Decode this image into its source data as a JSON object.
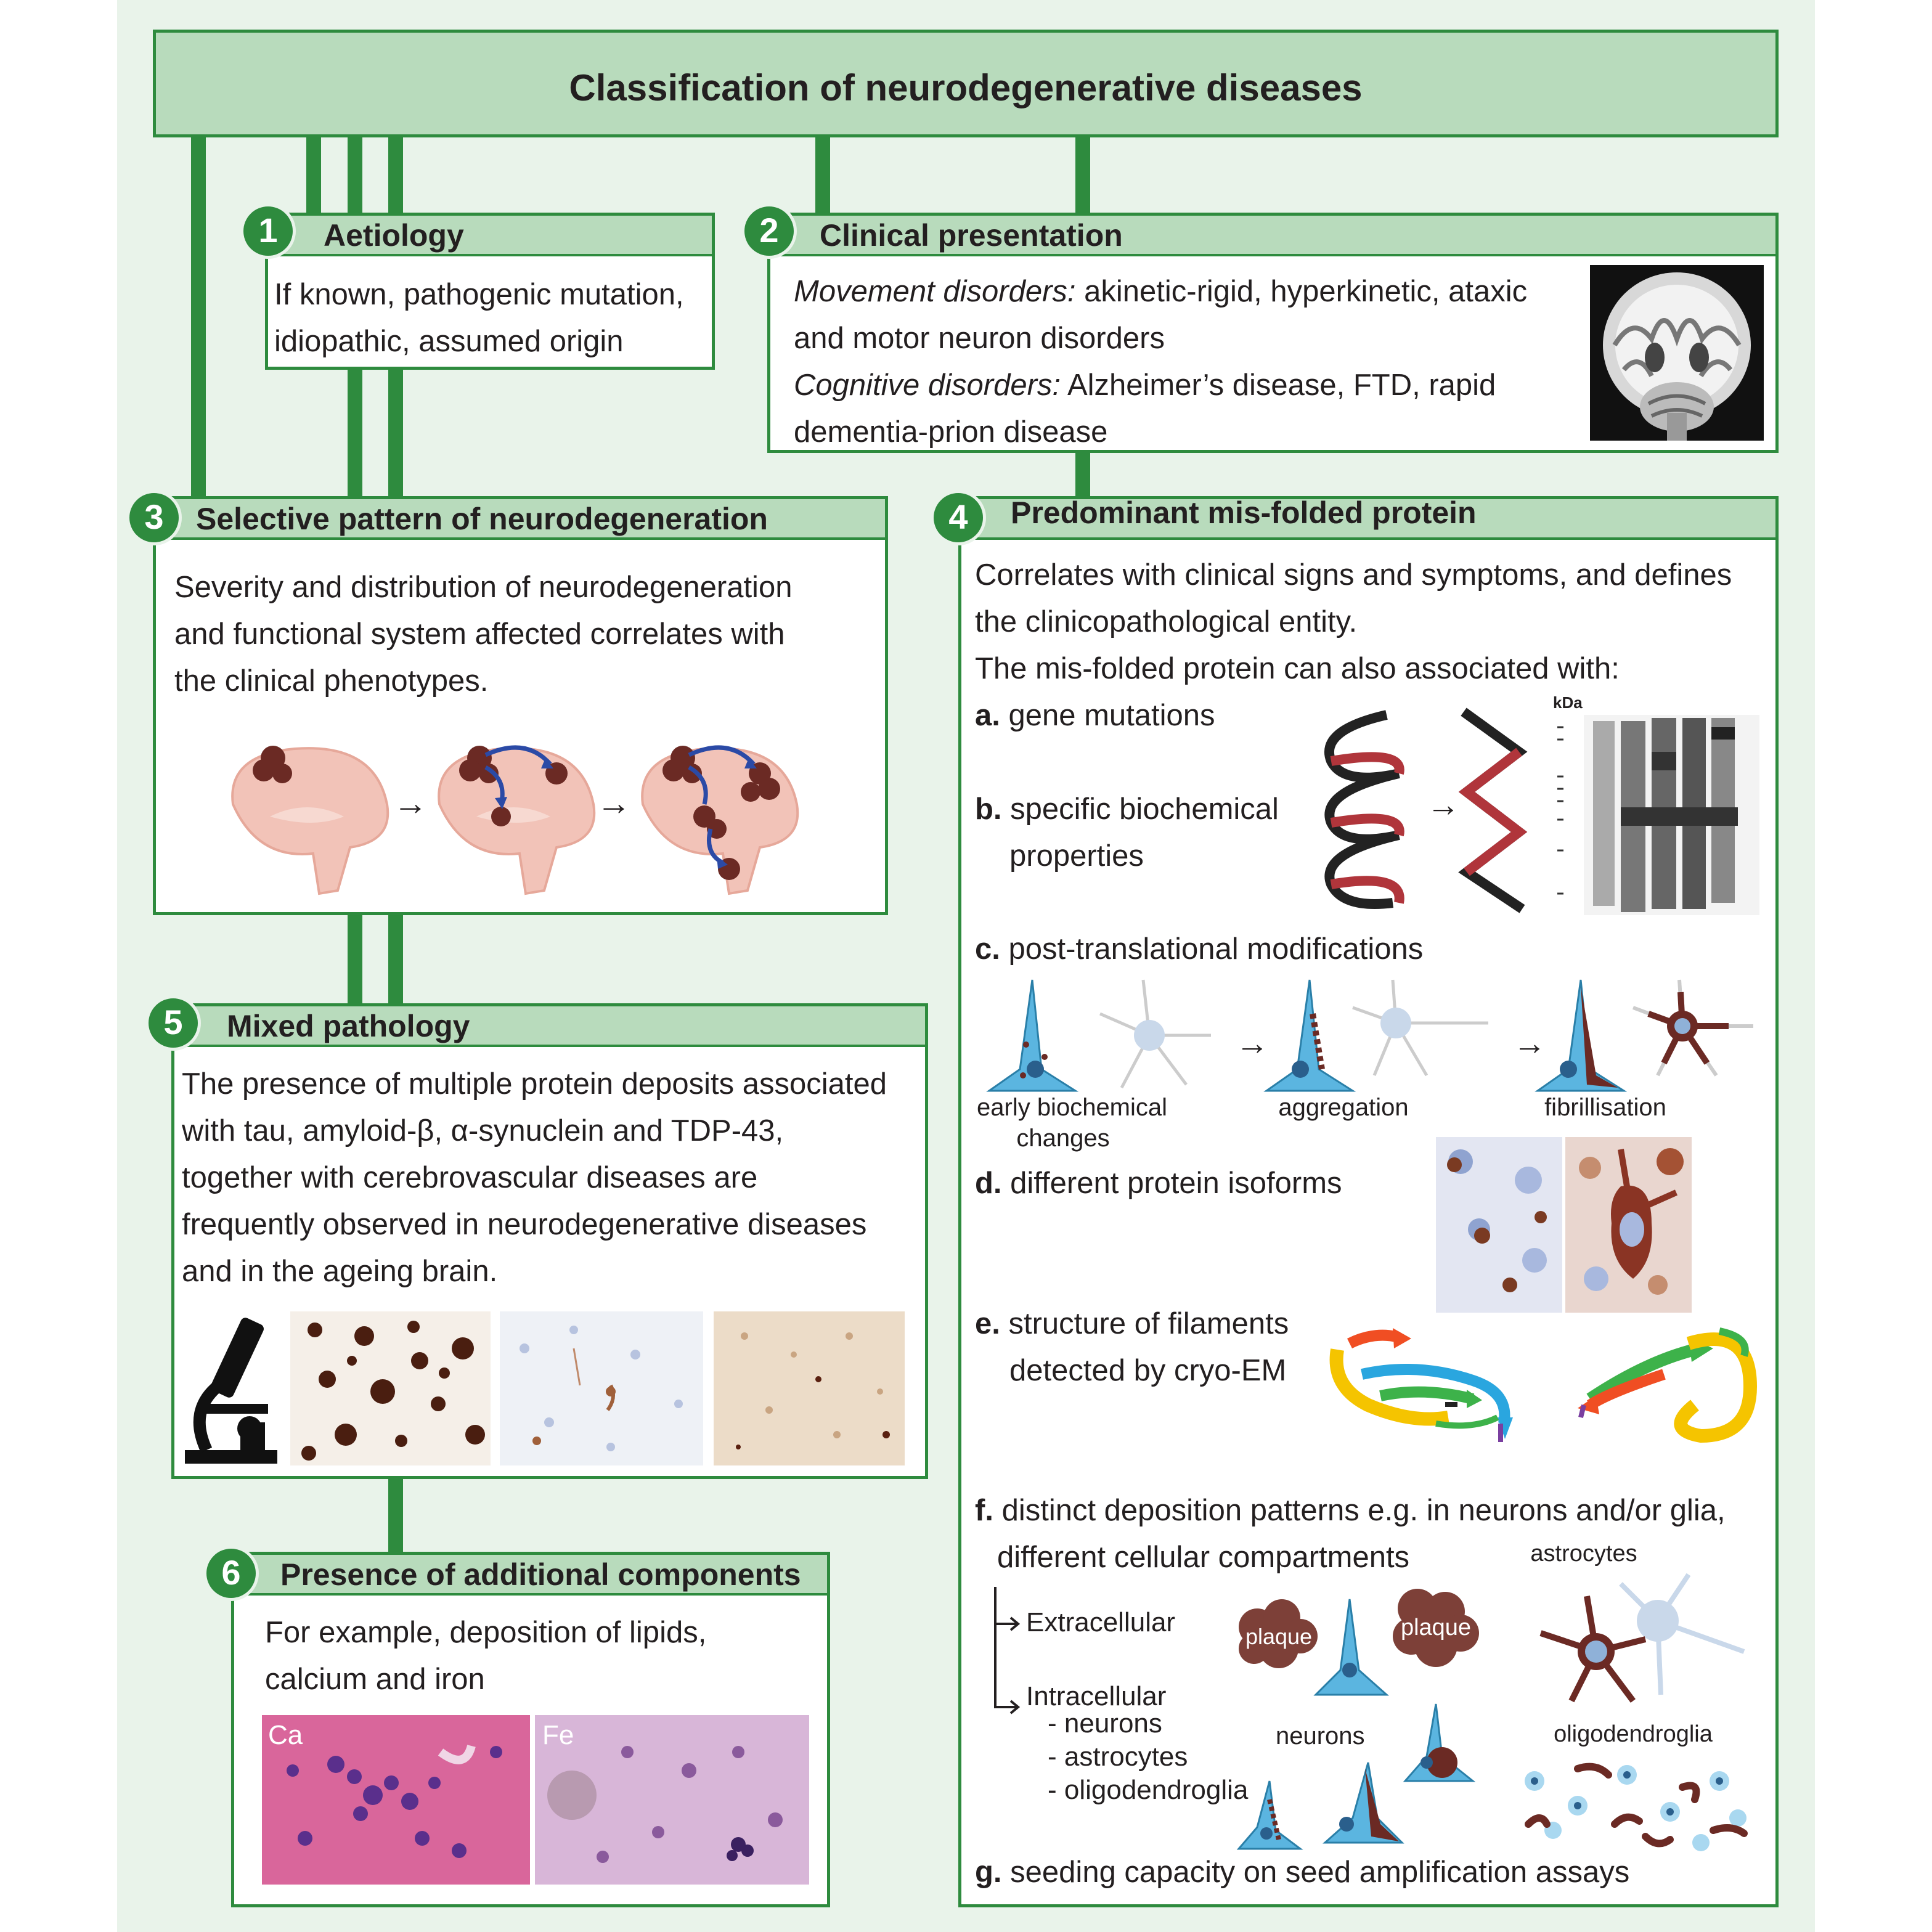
{
  "title": "Classification of neurodegenerative diseases",
  "boxes": {
    "aetiology": {
      "number": "1",
      "title": "Aetiology",
      "lines": [
        "If known, pathogenic mutation,",
        "idiopathic, assumed origin"
      ]
    },
    "clinical": {
      "number": "2",
      "title": "Clinical presentation",
      "movement_label": "Movement disorders:",
      "movement_text": " akinetic-rigid, hyperkinetic, ataxic",
      "movement_text2": "and motor neuron disorders",
      "cognitive_label": "Cognitive disorders:",
      "cognitive_text": " Alzheimer’s disease, FTD, rapid",
      "cognitive_text2": "dementia-prion disease"
    },
    "selective": {
      "number": "3",
      "title": "Selective pattern of neurodegeneration",
      "lines": [
        "Severity and distribution of neurodegeneration",
        "and functional system affected correlates with",
        "the clinical phenotypes."
      ],
      "arrow1": "→",
      "arrow2": "→"
    },
    "protein": {
      "number": "4",
      "title": "Predominant mis-folded protein",
      "intro": [
        "Correlates with clinical signs and symptoms, and defines",
        "the clinicopathological entity.",
        "The mis-folded protein can also associated with:"
      ],
      "items": {
        "a": {
          "letter": "a.",
          "text": "gene mutations"
        },
        "b": {
          "letter": "b.",
          "text": "specific biochemical",
          "text2": "properties"
        },
        "c": {
          "letter": "c.",
          "text": "post-translational modifications"
        },
        "d": {
          "letter": "d.",
          "text": "different protein isoforms"
        },
        "e": {
          "letter": "e.",
          "text": "structure of filaments",
          "text2": "detected by cryo-EM"
        },
        "f": {
          "letter": "f.",
          "text": "distinct deposition patterns e.g. in neurons and/or glia,",
          "text2": "different cellular compartments"
        },
        "g": {
          "letter": "g.",
          "text": "seeding capacity on seed amplification assays"
        }
      },
      "blot_unit": "kDa",
      "helix_arrow": "→",
      "stages": [
        "early biochemical",
        "changes",
        "aggregation",
        "fibrillisation"
      ],
      "stage_arrow": "→",
      "extracellular": "Extracellular",
      "intracellular": "Intracellular",
      "intra_list": [
        "- neurons",
        "- astrocytes",
        "- oligodendroglia"
      ],
      "plaque": "plaque",
      "astrocytes": "astrocytes",
      "neurons": "neurons",
      "oligodendroglia": "oligodendroglia"
    },
    "mixed": {
      "number": "5",
      "title": "Mixed pathology",
      "lines": [
        "The presence of multiple protein deposits associated",
        "with tau, amyloid-β, α-synuclein and TDP-43,",
        "together with cerebrovascular diseases are",
        "frequently observed in neurodegenerative diseases",
        "and in the ageing brain."
      ]
    },
    "additional": {
      "number": "6",
      "title": "Presence of additional components",
      "lines": [
        "For example, deposition of lipids,",
        "calcium and iron"
      ],
      "ca_label": "Ca",
      "fe_label": "Fe"
    }
  },
  "colors": {
    "green": "#2e8b3e",
    "light_green": "#b8dbbc",
    "background": "#e9f3ea",
    "protein": "#6b2a24",
    "cell": "#5bb5e0"
  }
}
